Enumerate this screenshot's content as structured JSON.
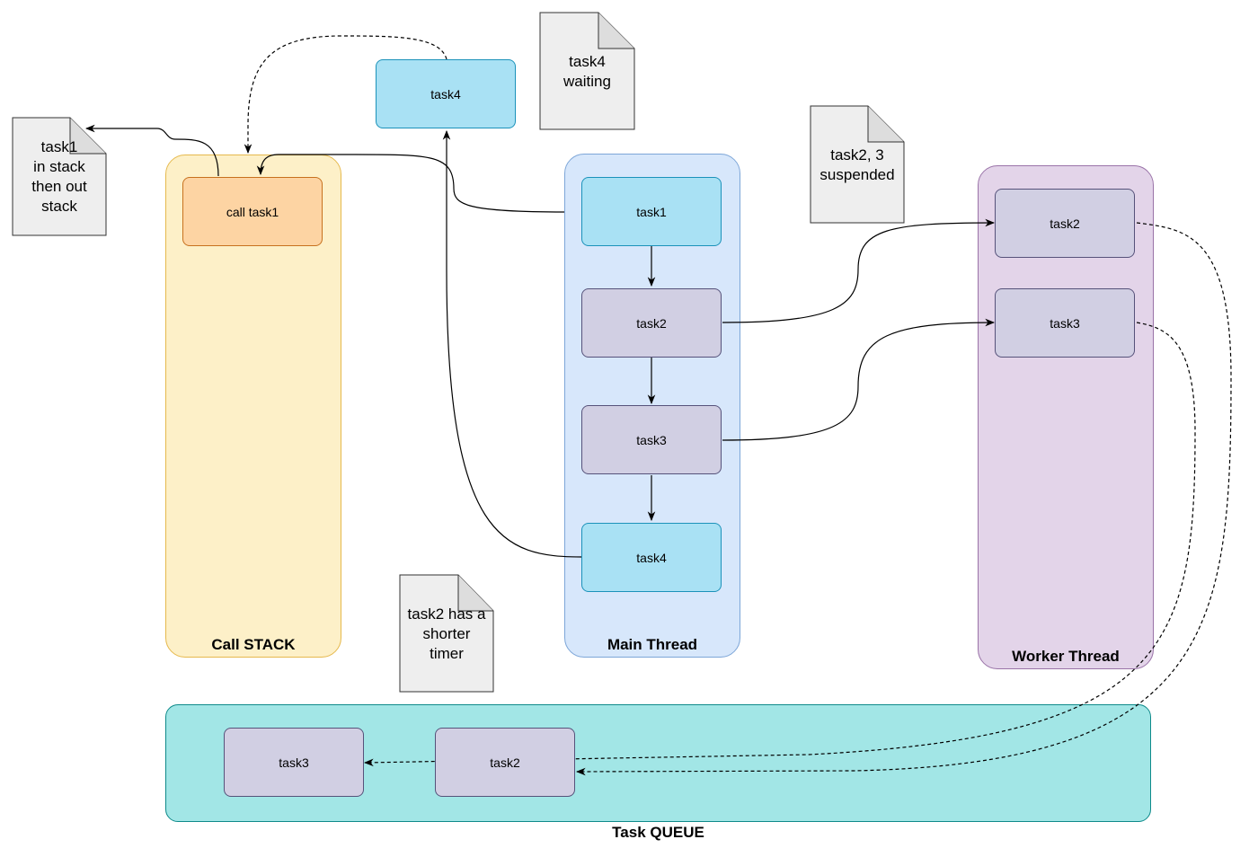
{
  "containers": {
    "call_stack": "Call STACK",
    "main_thread": "Main Thread",
    "worker_thread": "Worker Thread",
    "task_queue": "Task QUEUE"
  },
  "stack": {
    "call_task1": "call task1"
  },
  "floating": {
    "task4": "task4"
  },
  "main": {
    "task1": "task1",
    "task2": "task2",
    "task3": "task3",
    "task4": "task4"
  },
  "worker": {
    "task2": "task2",
    "task3": "task3"
  },
  "queue": {
    "task3": "task3",
    "task2": "task2"
  },
  "notes": {
    "task1_stack": [
      "task1",
      "in stack",
      "then out",
      "stack"
    ],
    "task4_waiting": [
      "task4",
      "waiting"
    ],
    "task2_3_suspended": [
      "task2, 3",
      "suspended"
    ],
    "task2_timer": [
      "task2 has a",
      "shorter",
      "timer"
    ]
  },
  "colors": {
    "call_stack_fill": "#fdf0c8",
    "main_thread_fill": "#d7e7fb",
    "worker_thread_fill": "#e3d4e9",
    "task_queue_fill": "#a2e6e6",
    "cyan_task": "#a9e1f4",
    "purple_task": "#d1cfe3",
    "orange_task": "#fdd4a3",
    "note_fill": "#eeeeee"
  }
}
